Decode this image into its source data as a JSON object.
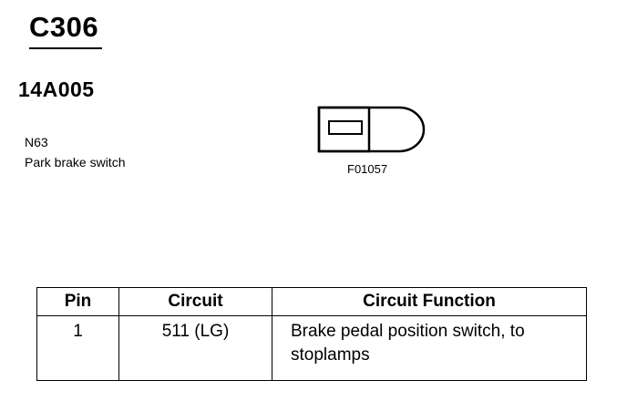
{
  "header": {
    "connector_id": "C306",
    "part_number": "14A005"
  },
  "component": {
    "id": "N63",
    "name": "Park brake switch"
  },
  "figure": {
    "code": "F01057",
    "icon": "single-pin-connector-icon"
  },
  "pin_table": {
    "columns": [
      "Pin",
      "Circuit",
      "Circuit Function"
    ],
    "rows": [
      {
        "pin": "1",
        "circuit": "511 (LG)",
        "function": "Brake pedal position switch, to stoplamps"
      }
    ]
  }
}
